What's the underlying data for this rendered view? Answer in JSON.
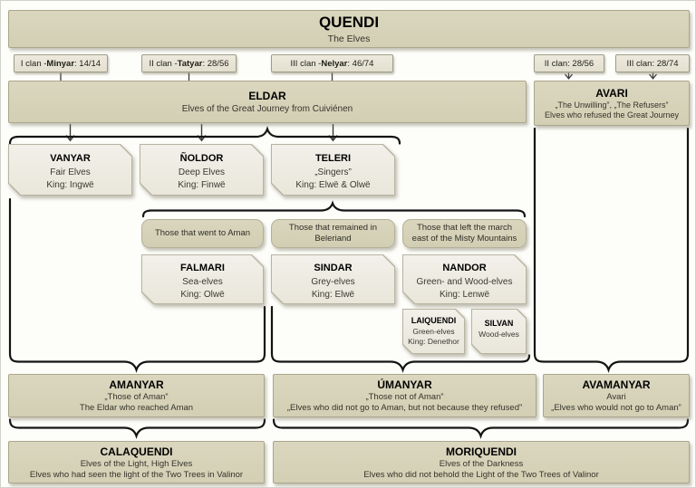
{
  "title": {
    "name": "QUENDI",
    "subtitle": "The Elves"
  },
  "clans": [
    {
      "prefix": "I clan - ",
      "bold": "Minyar",
      "suffix": ": 14/14"
    },
    {
      "prefix": "II clan - ",
      "bold": "Tatyar",
      "suffix": ": 28/56"
    },
    {
      "prefix": "III clan - ",
      "bold": "Nelyar",
      "suffix": ": 46/74"
    }
  ],
  "right_clans": [
    {
      "label": "II clan: 28/56"
    },
    {
      "label": "III clan: 28/74"
    }
  ],
  "eldar": {
    "title": "ELDAR",
    "line1": "Elves of the Great Journey from Cuiviénen"
  },
  "avari": {
    "title": "AVARI",
    "line1": "„The Unwilling”, „The Refusers”",
    "line2": "Elves who refused the Great Journey"
  },
  "kindreds": [
    {
      "title": "VANYAR",
      "line1": "Fair Elves",
      "line2": "King: Ingwë"
    },
    {
      "title": "ÑOLDOR",
      "line1": "Deep Elves",
      "line2": "King: Finwë"
    },
    {
      "title": "TELERI",
      "line1": "„Singers”",
      "line2": "King: Elwë & Olwë"
    }
  ],
  "teleri_groups": [
    {
      "label": "Those that went to Aman"
    },
    {
      "label": "Those that remained in Beleriand"
    },
    {
      "label": "Those that left the march east of the Misty Mountains"
    }
  ],
  "teleri_kindreds": [
    {
      "title": "FALMARI",
      "line1": "Sea-elves",
      "line2": "King: Olwë"
    },
    {
      "title": "SINDAR",
      "line1": "Grey-elves",
      "line2": "King: Elwë"
    },
    {
      "title": "NANDOR",
      "line1": "Green- and Wood-elves",
      "line2": "King: Lenwë"
    }
  ],
  "nandor_kindreds": [
    {
      "title": "LAIQUENDI",
      "line1": "Green-elves",
      "line2": "King: Denethor"
    },
    {
      "title": "SILVAN",
      "line1": "Wood-elves"
    }
  ],
  "fate_groups": [
    {
      "title": "AMANYAR",
      "line1": "„Those of Aman”",
      "line2": "The Eldar who reached Aman"
    },
    {
      "title": "ÚMANYAR",
      "line1": "„Those not of Aman”",
      "line2": "„Elves who did not go to Aman, but not because they refused”"
    },
    {
      "title": "AVAMANYAR",
      "line1": "Avari",
      "line2": "„Elves who would not go to Aman”"
    }
  ],
  "light_groups": [
    {
      "title": "CALAQUENDI",
      "line1": "Elves of the Light, High Elves",
      "line2": "Elves who had seen the light of the Two Trees in Valinor"
    },
    {
      "title": "MORIQUENDI",
      "line1": "Elves of the Darkness",
      "line2": "Elves who did not behold the Light of the Two Trees of Valinor"
    }
  ],
  "colors": {
    "box_tan": "#d6d2b8",
    "box_light": "#f0eee5",
    "line": "#141414"
  }
}
